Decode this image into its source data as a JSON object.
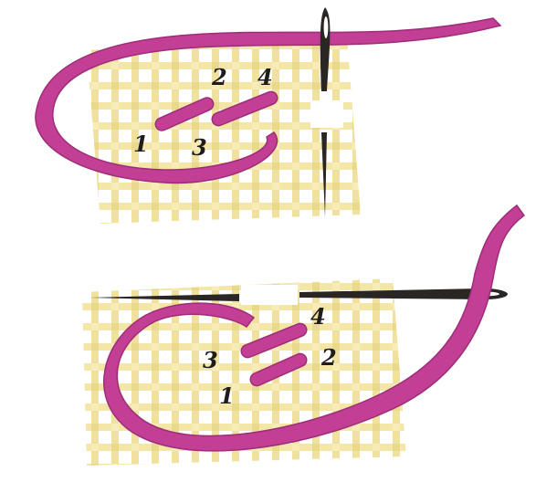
{
  "colors": {
    "thread": "#c23f95",
    "thread_edge": "#9e2d77",
    "fabric_weave": "#f3e6a6",
    "fabric_gap": "#ffffff",
    "needle": "#2a2624"
  },
  "top_panel": {
    "labels": {
      "n1": "1",
      "n2": "2",
      "n3": "3",
      "n4": "4"
    }
  },
  "bottom_panel": {
    "labels": {
      "n1": "1",
      "n2": "2",
      "n3": "3",
      "n4": "4"
    }
  }
}
